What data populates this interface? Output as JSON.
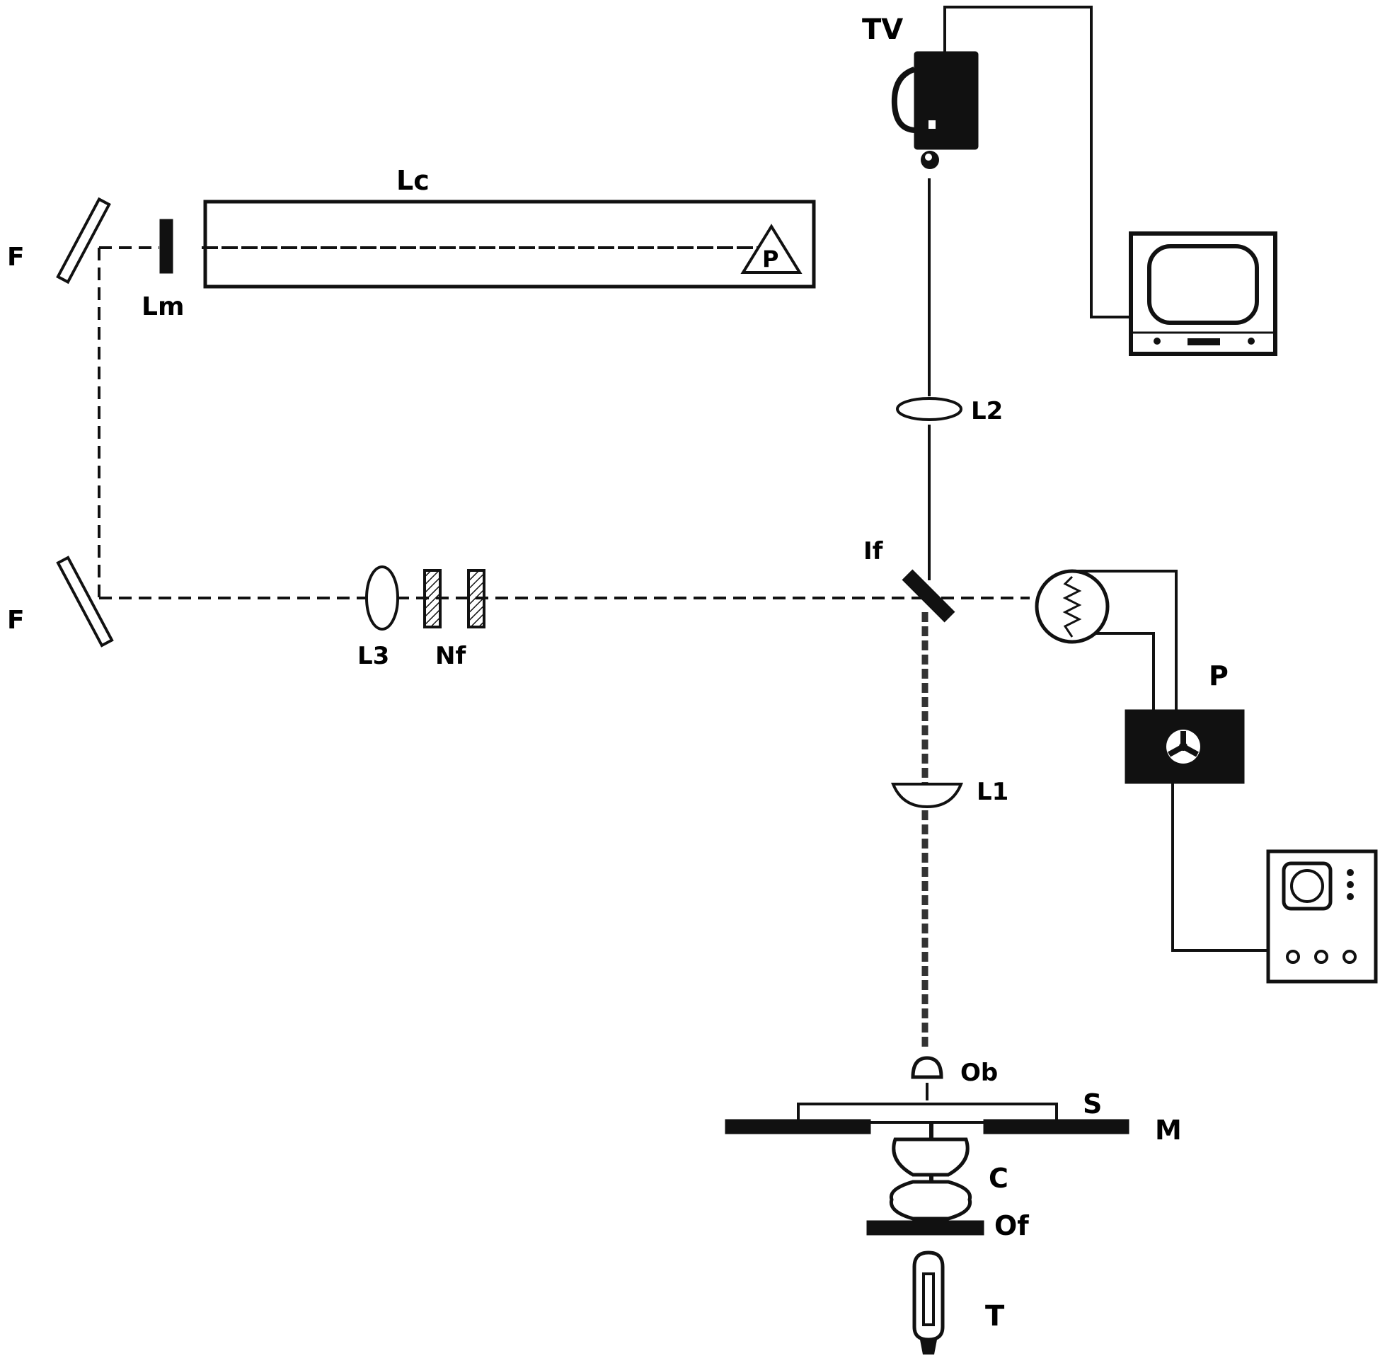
{
  "labels": {
    "tv": "TV",
    "lc": "Lc",
    "p_laser": "P",
    "f_top": "F",
    "lm": "Lm",
    "f_bottom": "F",
    "l3": "L3",
    "nf": "Nf",
    "if": "If",
    "l2": "L2",
    "l1": "L1",
    "p_detector": "P",
    "ob": "Ob",
    "s": "S",
    "m": "M",
    "c": "C",
    "of": "Of",
    "t": "T"
  }
}
